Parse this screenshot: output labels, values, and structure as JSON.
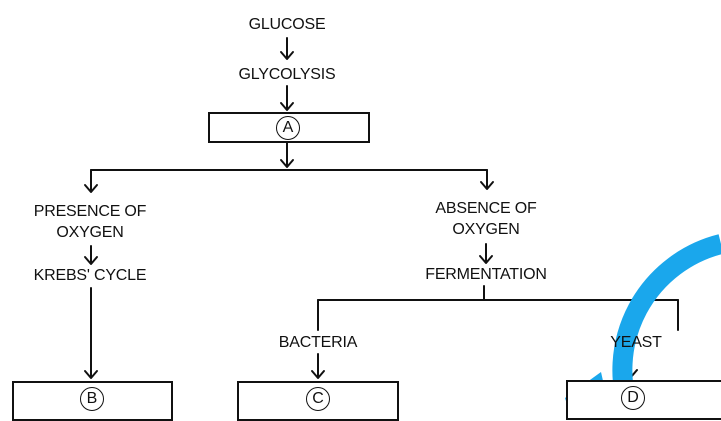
{
  "nodes": {
    "glucose": "GLUCOSE",
    "glycolysis": "GLYCOLYSIS",
    "box_a": "A",
    "presence_line1": "PRESENCE OF",
    "presence_line2": "OXYGEN",
    "krebs": "KREBS' CYCLE",
    "box_b": "B",
    "absence_line1": "ABSENCE OF",
    "absence_line2": "OXYGEN",
    "fermentation": "FERMENTATION",
    "bacteria": "BACTERIA",
    "box_c": "C",
    "yeast": "YEAST",
    "box_d": "D"
  },
  "colors": {
    "ink": "#111111",
    "accent": "#1aa7ec"
  }
}
